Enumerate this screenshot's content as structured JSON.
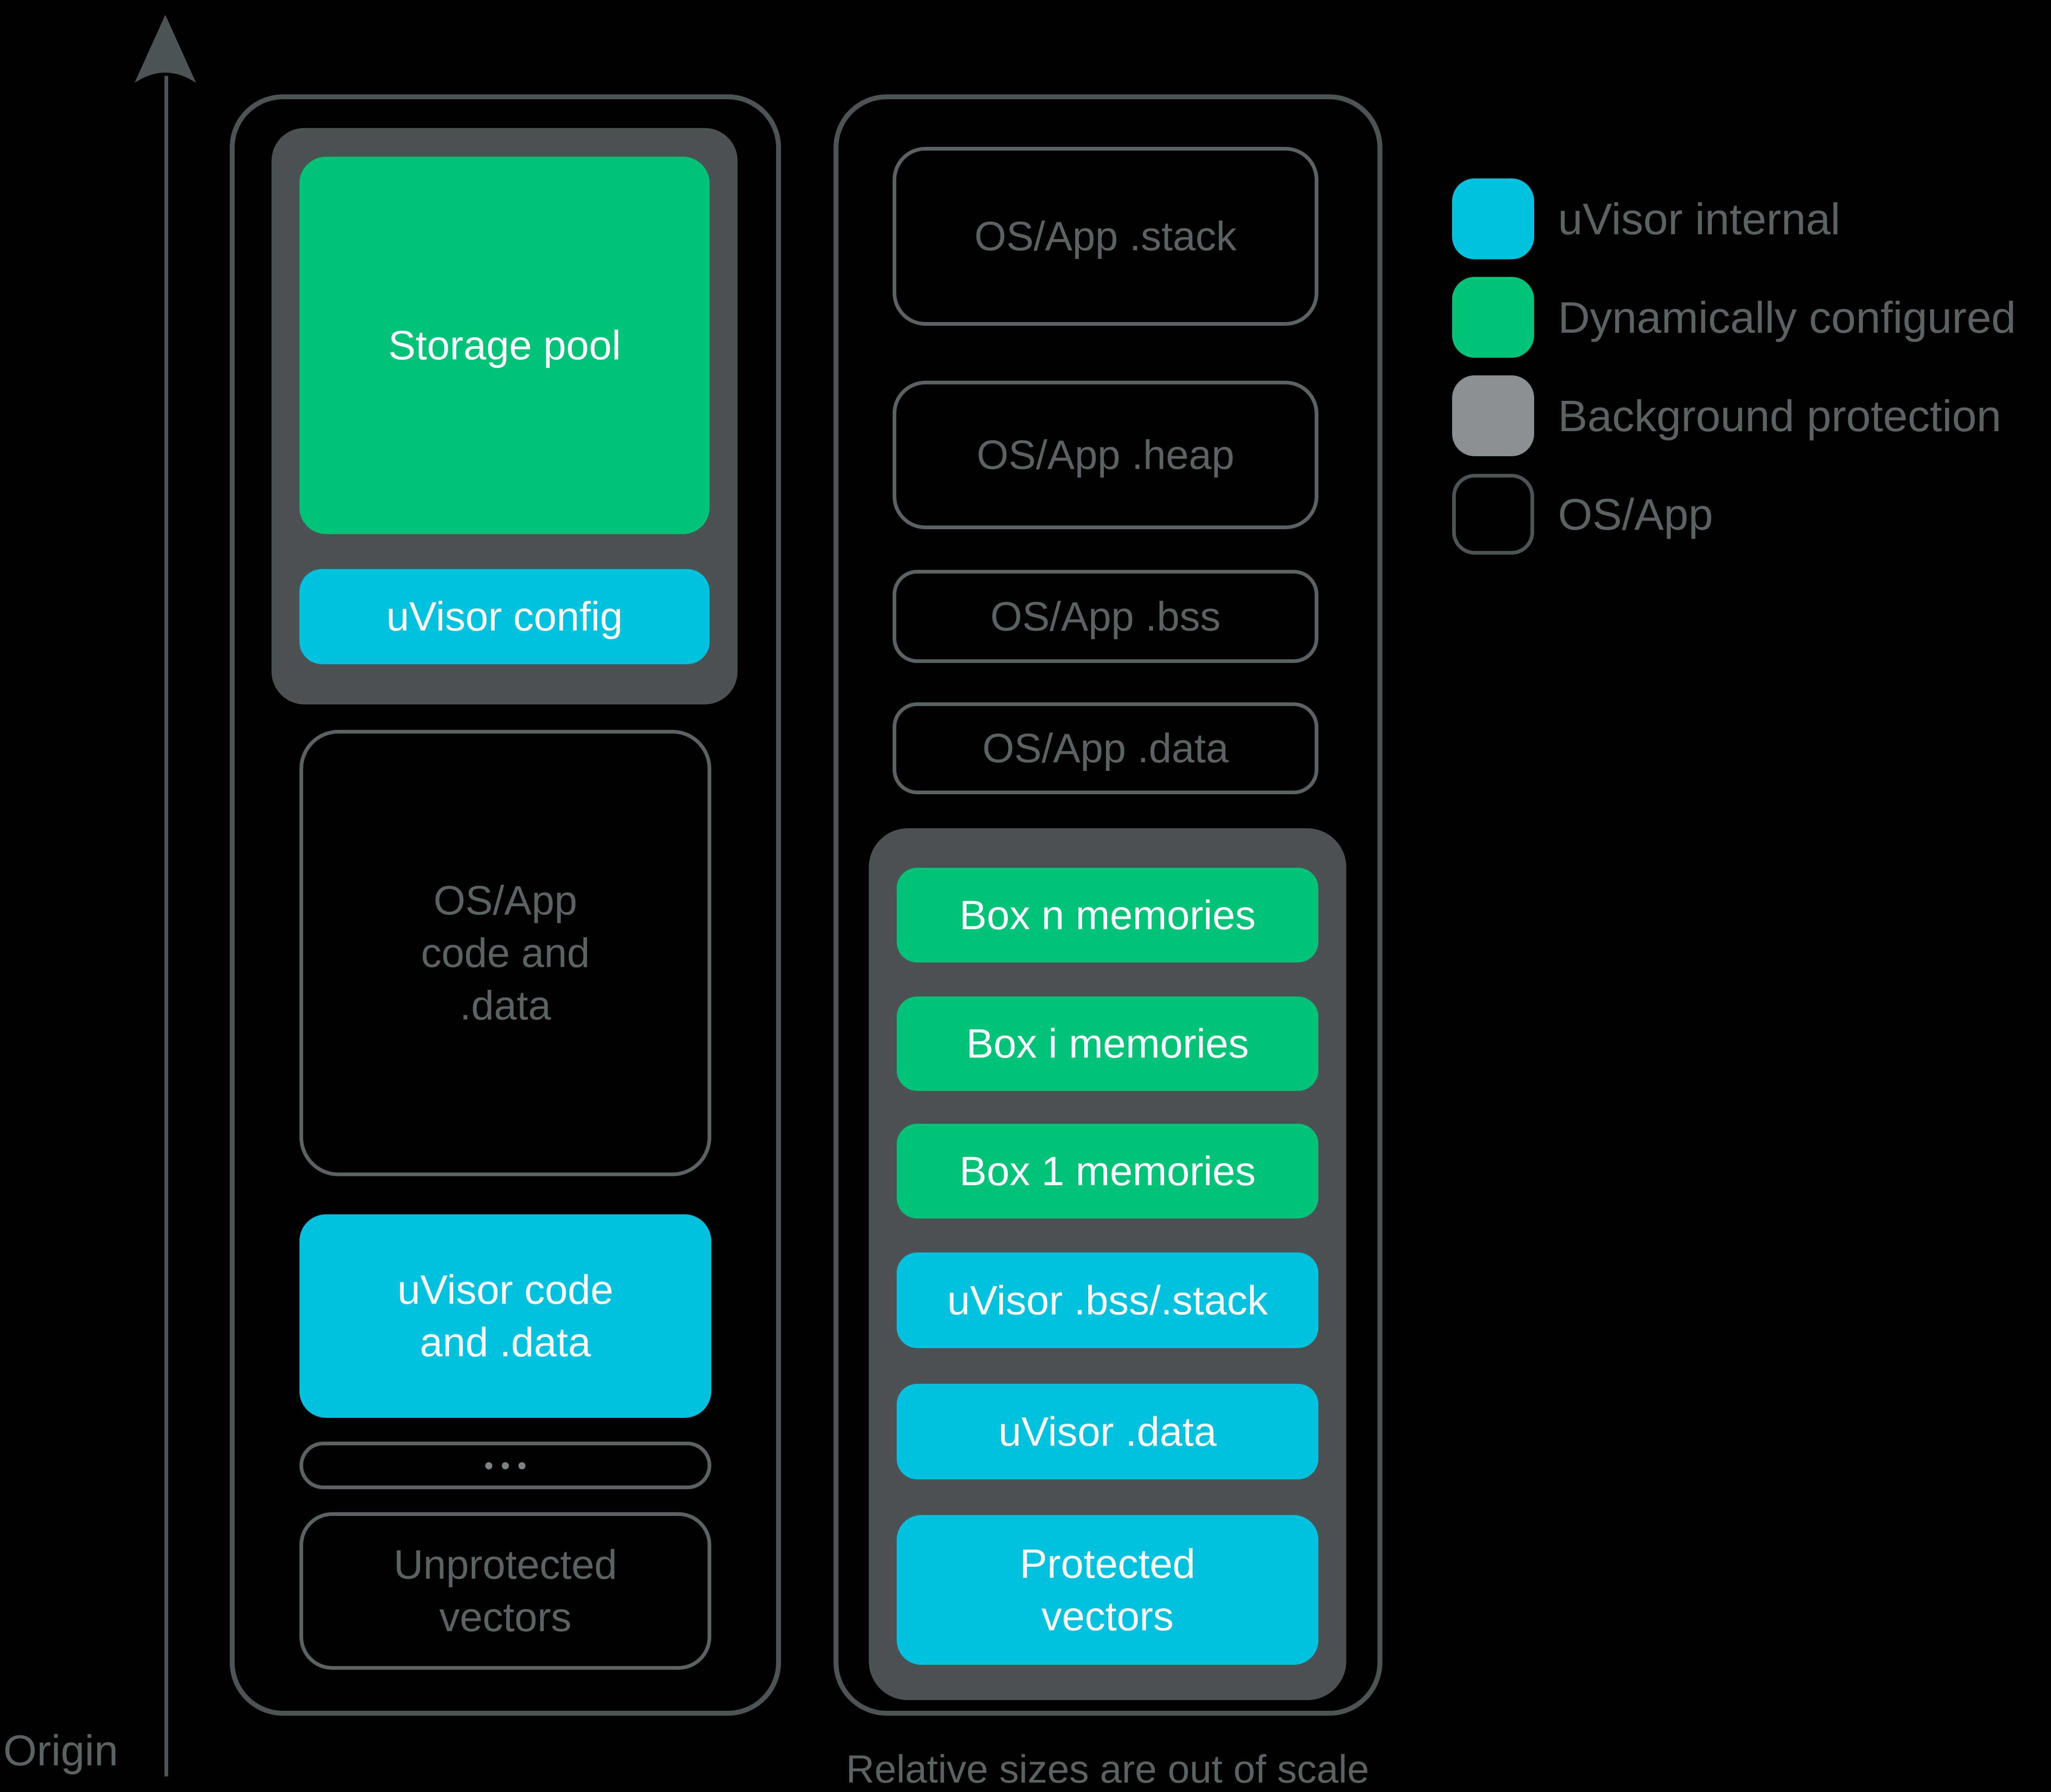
{
  "page": {
    "origin_label": "Origin",
    "caption": "Relative sizes are out of scale"
  },
  "colors": {
    "background": "#000000",
    "uvisor_internal": "#00C1DE",
    "dynamically_configured": "#00C377",
    "background_protection": "#4C5254",
    "container_stroke": "#4C5456",
    "block_stroke": "#5A6264",
    "text_gray": "#5A6264",
    "text_white": "#FFFFFF"
  },
  "flash_column": {
    "protected_group": [
      {
        "label": "Storage pool",
        "type": "dynamically-configured"
      },
      {
        "label": "uVisor config",
        "type": "uvisor-internal"
      }
    ],
    "blocks": [
      {
        "label": "OS/App\ncode and\n.data",
        "type": "os-app"
      },
      {
        "label": "uVisor code\nand .data",
        "type": "uvisor-internal"
      },
      {
        "label": "•••",
        "type": "os-app"
      },
      {
        "label": "Unprotected\nvectors",
        "type": "os-app"
      }
    ]
  },
  "sram_column": {
    "blocks": [
      {
        "label": "OS/App .stack",
        "type": "os-app"
      },
      {
        "label": "OS/App .heap",
        "type": "os-app"
      },
      {
        "label": "OS/App .bss",
        "type": "os-app"
      },
      {
        "label": "OS/App .data",
        "type": "os-app"
      }
    ],
    "protected_group": [
      {
        "label": "Box n memories",
        "type": "dynamically-configured"
      },
      {
        "label": "Box i memories",
        "type": "dynamically-configured"
      },
      {
        "label": "Box 1 memories",
        "type": "dynamically-configured"
      },
      {
        "label": "uVisor .bss/.stack",
        "type": "uvisor-internal"
      },
      {
        "label": "uVisor .data",
        "type": "uvisor-internal"
      },
      {
        "label": "Protected\nvectors",
        "type": "uvisor-internal"
      }
    ]
  },
  "legend": [
    {
      "label": "uVisor internal",
      "swatch": "uvisor-internal"
    },
    {
      "label": "Dynamically configured",
      "swatch": "dynamically-configured"
    },
    {
      "label": "Background protection",
      "swatch": "background-protection"
    },
    {
      "label": "OS/App",
      "swatch": "os-app"
    }
  ]
}
